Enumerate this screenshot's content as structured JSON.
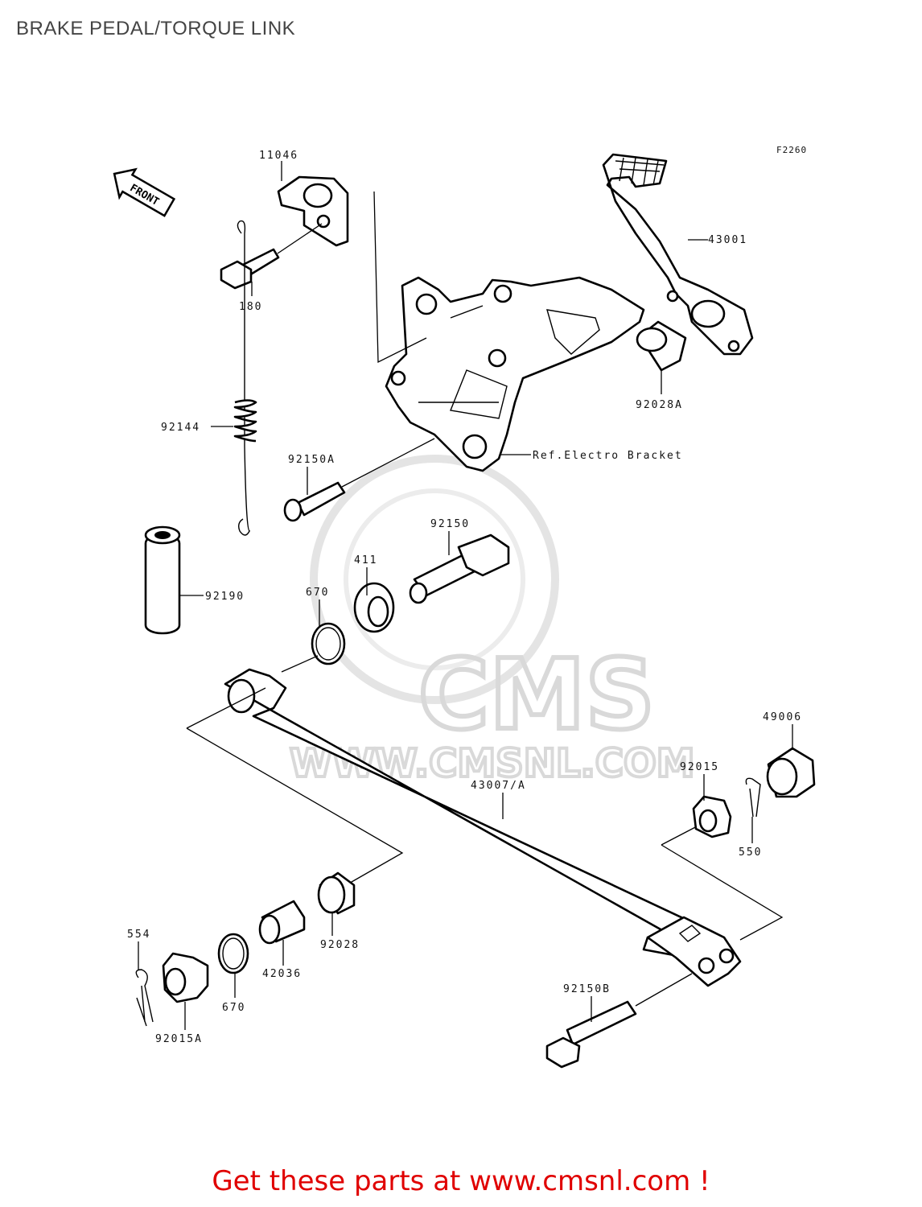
{
  "title": "BRAKE PEDAL/TORQUE LINK",
  "figure_code": "F2260",
  "front_arrow_label": "FRONT",
  "reference_label": "Ref.Electro Bracket",
  "parts": {
    "p11046": "11046",
    "p180": "180",
    "p43001": "43001",
    "p92028A": "92028A",
    "p92144": "92144",
    "p92150A": "92150A",
    "p92150": "92150",
    "p411": "411",
    "p670a": "670",
    "p92190": "92190",
    "p49006": "49006",
    "p92015": "92015",
    "p43007A": "43007/A",
    "p550": "550",
    "p554": "554",
    "p92028": "92028",
    "p42036": "42036",
    "p670b": "670",
    "p92015A": "92015A",
    "p92150B": "92150B"
  },
  "watermark": {
    "logo_text": "CMS",
    "url_text": "WWW.CMSNL.COM"
  },
  "footer": "Get these parts at www.cmsnl.com !",
  "colors": {
    "footer": "#e00000",
    "title": "#444444",
    "watermark": "#d9d9d9"
  }
}
